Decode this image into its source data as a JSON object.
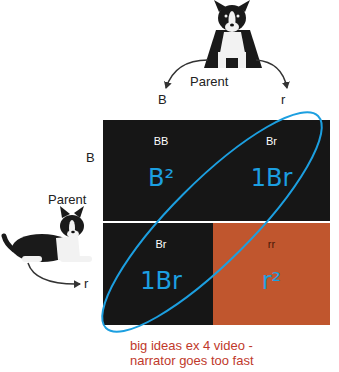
{
  "diagram": {
    "nodes": [
      {
        "text": [
          "BB",
          "B²"
        ]
      },
      {
        "text": [
          "Br",
          "1Br"
        ]
      },
      {
        "text": [
          "Br",
          "1Br"
        ]
      },
      {
        "text": [
          "rr",
          "r²"
        ]
      }
    ],
    "labels": [
      "Parent",
      "B",
      "r",
      "Parent",
      "B",
      "r",
      "big ideas ex 4 video - narrator goes too fast"
    ]
  }
}
